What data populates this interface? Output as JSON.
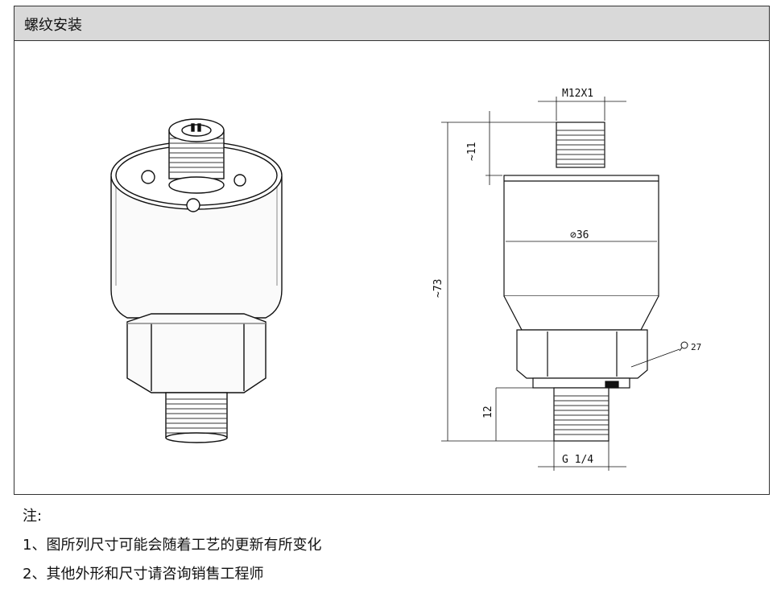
{
  "header": {
    "title": "螺纹安装"
  },
  "drawing": {
    "dim_thread_top": "M12X1",
    "dim_top_height": "~11",
    "dim_body_diameter": "⊘36",
    "dim_total_height": "~73",
    "dim_hex": "27",
    "dim_bottom_height": "12",
    "dim_thread_bottom": "G 1/4"
  },
  "notes": {
    "heading": "注:",
    "items": [
      "1、图所列尺寸可能会随着工艺的更新有所变化",
      "2、其他外形和尺寸请咨询销售工程师"
    ]
  }
}
